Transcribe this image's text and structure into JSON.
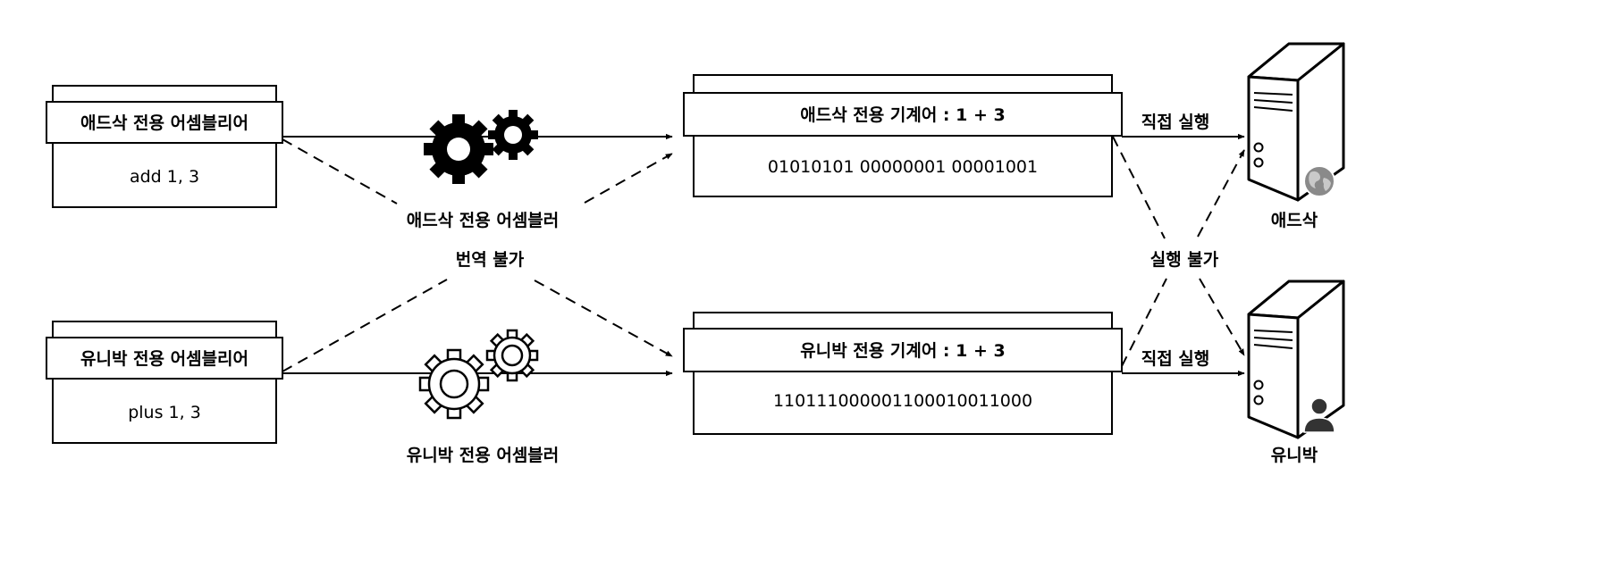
{
  "left_top": {
    "title": "애드삭 전용 어셈블리어",
    "code": "add 1, 3"
  },
  "left_bottom": {
    "title": "유니박 전용 어셈블리어",
    "code": "plus 1, 3"
  },
  "assemblers": {
    "top_label": "애드삭 전용 어셈블러",
    "bottom_label": "유니박 전용 어셈블러",
    "cross_label": "번역 불가"
  },
  "right_top": {
    "title": "애드삭 전용 기계어 : 1 + 3",
    "code": "01010101 00000001 00001001"
  },
  "right_bottom": {
    "title": "유니박 전용 기계어 : 1 + 3",
    "code": "110111000001100010011000"
  },
  "execution": {
    "top_label": "직접 실행",
    "bottom_label": "직접 실행",
    "cross_label": "실행 불가"
  },
  "computers": {
    "top_name": "애드삭",
    "bottom_name": "유니박"
  },
  "icons": {
    "gear_filled": "gears-filled-icon",
    "gear_outline": "gears-outline-icon",
    "server": "server-icon",
    "globe": "globe-icon",
    "person": "person-icon"
  },
  "colors": {
    "line": "#000000",
    "globe": "#8a8a8a",
    "person": "#333333"
  }
}
